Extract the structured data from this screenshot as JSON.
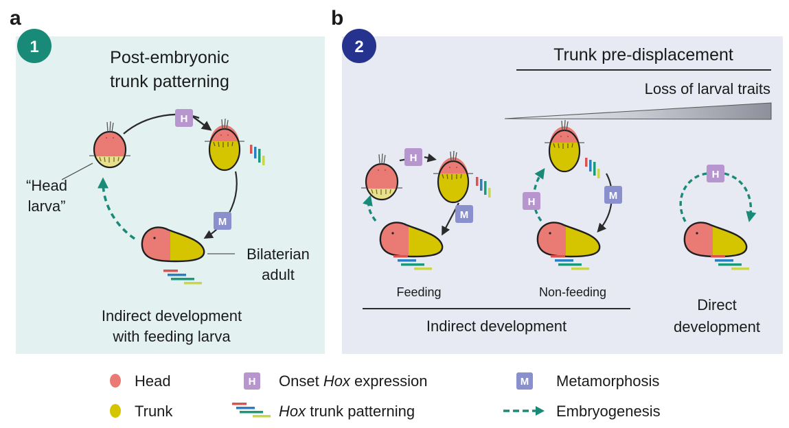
{
  "colors": {
    "panel1_bg": "#e4f1f1",
    "panel2_bg": "#e7e9f3",
    "badge1": "#1a8a78",
    "badge2": "#25338f",
    "head": "#e97a74",
    "trunk": "#d5c500",
    "onset_box": "#b796d0",
    "meta_box": "#8a8fce",
    "embryo_arrow": "#1a8a78",
    "hox_bars": [
      "#d9534f",
      "#2a7fc0",
      "#1a9a78",
      "#c9d64a"
    ]
  },
  "panel_a": {
    "letter": "a",
    "badge": "1",
    "title_line1": "Post-embryonic",
    "title_line2": "trunk patterning",
    "head_larva_line1": "“Head",
    "head_larva_line2": "larva”",
    "adult_line1": "Bilaterian",
    "adult_line2": "adult",
    "caption_line1": "Indirect development",
    "caption_line2": "with feeding larva",
    "onset_box": "H",
    "meta_box": "M"
  },
  "panel_b": {
    "letter": "b",
    "badge": "2",
    "trunk_predisplacement": "Trunk pre-displacement",
    "loss_larval_traits": "Loss of larval traits",
    "feeding": "Feeding",
    "non_feeding": "Non-feeding",
    "indirect_development": "Indirect development",
    "direct_line1": "Direct",
    "direct_line2": "development",
    "onset_box": "H",
    "meta_box": "M"
  },
  "legend": {
    "head": "Head",
    "trunk": "Trunk",
    "onset_box": "H",
    "onset_label_italic": "Hox",
    "onset_label_pre": "Onset ",
    "onset_label_post": " expression",
    "meta_box": "M",
    "meta_label": "Metamorphosis",
    "hox_italic": "Hox",
    "hox_label_post": " trunk patterning",
    "embryo_label": "Embryogenesis"
  }
}
